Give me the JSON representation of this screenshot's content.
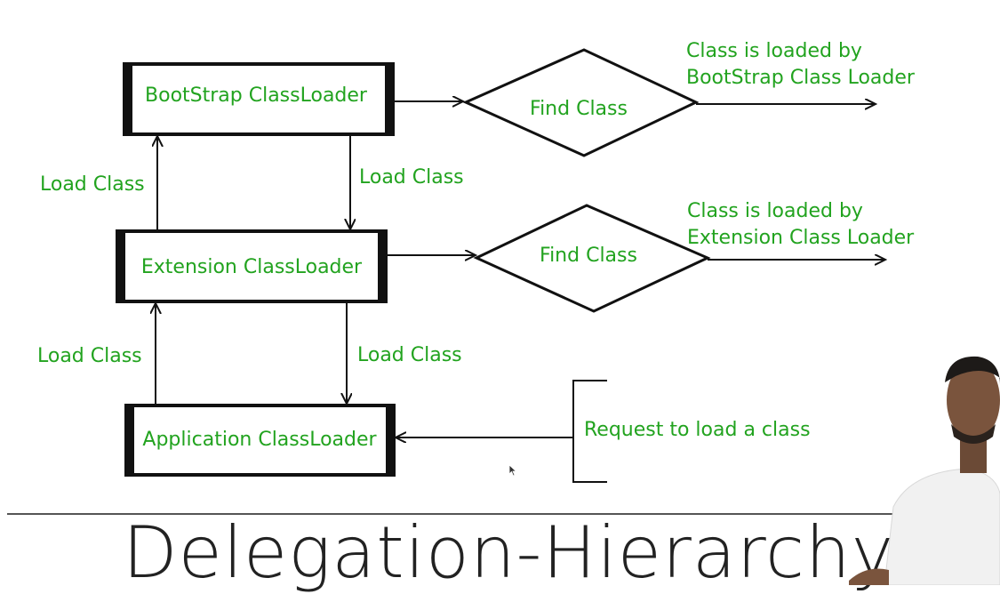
{
  "colors": {
    "text_green": "#22a31f",
    "stroke": "#111111",
    "title": "#222222"
  },
  "loaders": {
    "bootstrap": "BootStrap ClassLoader",
    "extension": "Extension ClassLoader",
    "application": "Application ClassLoader"
  },
  "decisions": {
    "find1": "Find Class",
    "find2": "Find Class"
  },
  "edge_labels": {
    "load_up_1": "Load Class",
    "load_down_1": "Load Class",
    "load_up_2": "Load Class",
    "load_down_2": "Load Class"
  },
  "outcomes": {
    "bootstrap_line1": "Class is loaded by",
    "bootstrap_line2": "BootStrap Class Loader",
    "extension_line1": "Class is loaded by",
    "extension_line2": "Extension Class Loader"
  },
  "request": "Request to load a class",
  "title": "Delegation-Hierarchy",
  "icons": [
    "arrow-icon",
    "mouse-cursor-icon",
    "presenter-avatar"
  ]
}
